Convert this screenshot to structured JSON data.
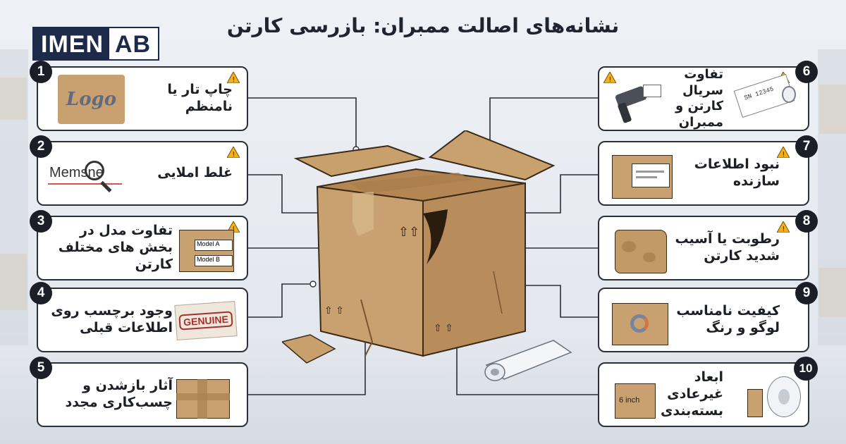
{
  "title": "نشانه‌های اصالت ممبران: بازرسی کارتن",
  "logo": {
    "part1": "IMEN",
    "part2": "AB"
  },
  "colors": {
    "card_border": "#2b2f38",
    "badge": "#1b1e27",
    "warning": "#f2b01e",
    "cardboard": "#c9a070"
  },
  "left_cards": [
    {
      "number": "1",
      "text": "چاپ تار یا نامنظم",
      "thumb_text": "Logo",
      "icon": "blurry-logo-icon"
    },
    {
      "number": "2",
      "text": "غلط املایی",
      "thumb_text": "Memsne",
      "icon": "magnifier-icon"
    },
    {
      "number": "3",
      "text": "تفاوت مدل در بخش های مختلف کارتن",
      "thumb_text_a": "Model A",
      "thumb_text_b": "Model B",
      "icon": "box-labels-icon"
    },
    {
      "number": "4",
      "text": "وجود برچسب روی اطلاعات قبلی",
      "thumb_text": "GENUINE",
      "icon": "stamp-icon"
    },
    {
      "number": "5",
      "text": "آثار بازشدن و چسب‌کاری مجدد",
      "icon": "retaped-box-icon"
    }
  ],
  "right_cards": [
    {
      "number": "6",
      "text": "تفاوت سریال کارتن و ممبران",
      "thumb_text": "SN 12345",
      "icon": "barcode-scanner-icon"
    },
    {
      "number": "7",
      "text": "نبود اطلاعات سازنده",
      "icon": "blank-label-box-icon"
    },
    {
      "number": "8",
      "text": "رطوبت یا آسیب شدید کارتن",
      "icon": "damaged-box-icon"
    },
    {
      "number": "9",
      "text": "کیفیت نامناسب لوگو و رنگ",
      "icon": "faded-logo-box-icon"
    },
    {
      "number": "10",
      "text": "ابعاد غیرعادی بسته‌بندی",
      "thumb_text": "6 inch",
      "icon": "membrane-roll-icon"
    }
  ]
}
